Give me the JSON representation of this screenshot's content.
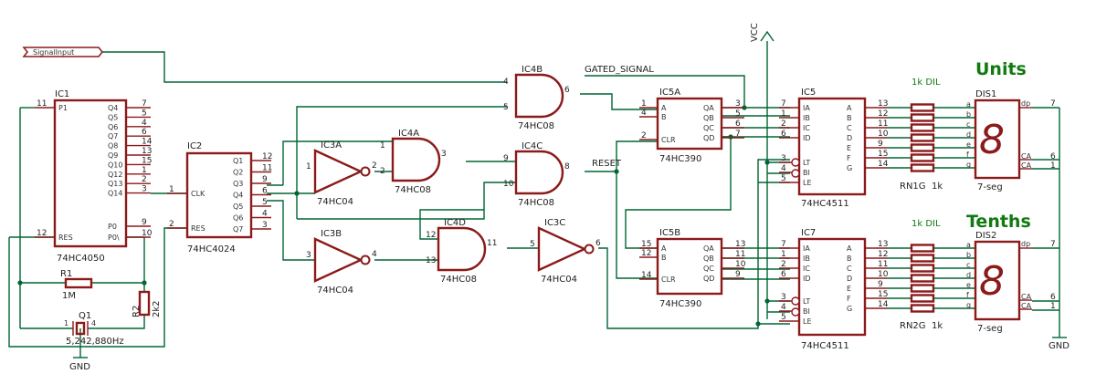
{
  "input_label": "SignalInput",
  "power": {
    "vcc": "VCC",
    "gnd": "GND"
  },
  "net_labels": {
    "gated": "GATED_SIGNAL",
    "reset": "RESET"
  },
  "headings": {
    "units": "Units",
    "tenths": "Tenths",
    "dil_top": "1k DIL",
    "dil_bottom": "1k DIL"
  },
  "ic1": {
    "name": "IC1",
    "part": "74HC4050",
    "left_pins": [
      {
        "name": "P1",
        "num": "11"
      },
      {
        "name": "RES",
        "num": "12"
      }
    ],
    "right_pins": [
      {
        "name": "Q4",
        "num": "7"
      },
      {
        "name": "Q5",
        "num": "5"
      },
      {
        "name": "Q6",
        "num": "4"
      },
      {
        "name": "Q7",
        "num": "6"
      },
      {
        "name": "Q8",
        "num": "14"
      },
      {
        "name": "Q9",
        "num": "13"
      },
      {
        "name": "Q10",
        "num": "15"
      },
      {
        "name": "Q12",
        "num": "1"
      },
      {
        "name": "Q13",
        "num": "2"
      },
      {
        "name": "Q14",
        "num": "3"
      },
      {
        "name": "P0",
        "num": "9"
      },
      {
        "name": "P0\\",
        "num": "10"
      }
    ]
  },
  "ic2": {
    "name": "IC2",
    "part": "74HC4024",
    "left_pins": [
      {
        "name": "CLK",
        "num": "1"
      },
      {
        "name": "RES",
        "num": "2"
      }
    ],
    "right_pins": [
      {
        "name": "Q1",
        "num": "12"
      },
      {
        "name": "Q2",
        "num": "11"
      },
      {
        "name": "Q3",
        "num": "9"
      },
      {
        "name": "Q4",
        "num": "6"
      },
      {
        "name": "Q5",
        "num": "5"
      },
      {
        "name": "Q6",
        "num": "4"
      },
      {
        "name": "Q7",
        "num": "3"
      }
    ]
  },
  "gates": [
    {
      "id": "ic4b",
      "name": "IC4B",
      "part": "74HC08",
      "in1": "4",
      "in2": "5",
      "out": "6"
    },
    {
      "id": "ic4a",
      "name": "IC4A",
      "part": "74HC08",
      "in1": "1",
      "in2": "2",
      "out": "3"
    },
    {
      "id": "ic4c",
      "name": "IC4C",
      "part": "74HC08",
      "in1": "9",
      "in2": "10",
      "out": "8"
    },
    {
      "id": "ic4d",
      "name": "IC4D",
      "part": "74HC08",
      "in1": "12",
      "in2": "13",
      "out": "11"
    },
    {
      "id": "ic3a",
      "name": "IC3A",
      "part": "74HC04",
      "in1": "1",
      "out": "2"
    },
    {
      "id": "ic3b",
      "name": "IC3B",
      "part": "74HC04",
      "in1": "3",
      "out": "4"
    },
    {
      "id": "ic3c",
      "name": "IC3C",
      "part": "74HC04",
      "in1": "5",
      "out": "6"
    }
  ],
  "ic5a": {
    "name": "IC5A",
    "part": "74HC390",
    "left_pins": [
      {
        "name": "A",
        "num": "1"
      },
      {
        "name": "B",
        "num": "4"
      },
      {
        "name": "CLR",
        "num": "2"
      }
    ],
    "right_pins": [
      {
        "name": "QA",
        "num": "3"
      },
      {
        "name": "QB",
        "num": "5"
      },
      {
        "name": "QC",
        "num": "6"
      },
      {
        "name": "QD",
        "num": "7"
      }
    ]
  },
  "ic5b": {
    "name": "IC5B",
    "part": "74HC390",
    "left_pins": [
      {
        "name": "A",
        "num": "15"
      },
      {
        "name": "B",
        "num": "12"
      },
      {
        "name": "CLR",
        "num": "14"
      }
    ],
    "right_pins": [
      {
        "name": "QA",
        "num": "13"
      },
      {
        "name": "QB",
        "num": "11"
      },
      {
        "name": "QC",
        "num": "10"
      },
      {
        "name": "QD",
        "num": "9"
      }
    ]
  },
  "ic6": {
    "name": "IC5",
    "part": "74HC4511",
    "left_pins": [
      {
        "name": "IA",
        "num": "7"
      },
      {
        "name": "IB",
        "num": "1"
      },
      {
        "name": "IC",
        "num": "2"
      },
      {
        "name": "ID",
        "num": "6"
      },
      {
        "name": "LT",
        "num": "3"
      },
      {
        "name": "BI",
        "num": "4"
      },
      {
        "name": "LE",
        "num": "5"
      }
    ],
    "right_pins": [
      {
        "name": "A",
        "num": "13"
      },
      {
        "name": "B",
        "num": "12"
      },
      {
        "name": "C",
        "num": "11"
      },
      {
        "name": "D",
        "num": "10"
      },
      {
        "name": "E",
        "num": "9"
      },
      {
        "name": "F",
        "num": "15"
      },
      {
        "name": "G",
        "num": "14"
      }
    ]
  },
  "ic7": {
    "name": "IC7",
    "part": "74HC4511",
    "left_pins": [
      {
        "name": "IA",
        "num": "7"
      },
      {
        "name": "IB",
        "num": "1"
      },
      {
        "name": "IC",
        "num": "2"
      },
      {
        "name": "ID",
        "num": "6"
      },
      {
        "name": "LT",
        "num": "3"
      },
      {
        "name": "BI",
        "num": "4"
      },
      {
        "name": "LE",
        "num": "5"
      }
    ],
    "right_pins": [
      {
        "name": "A",
        "num": "13"
      },
      {
        "name": "B",
        "num": "12"
      },
      {
        "name": "C",
        "num": "11"
      },
      {
        "name": "D",
        "num": "10"
      },
      {
        "name": "E",
        "num": "9"
      },
      {
        "name": "F",
        "num": "15"
      },
      {
        "name": "G",
        "num": "14"
      }
    ]
  },
  "rn1": {
    "name": "RN1G",
    "value": "1k"
  },
  "rn2": {
    "name": "RN2G",
    "value": "1k"
  },
  "dis1": {
    "name": "DIS1",
    "part": "7-seg",
    "digit": "8"
  },
  "dis2": {
    "name": "DIS2",
    "part": "7-seg",
    "digit": "8"
  },
  "dis_pins": {
    "left": [
      "a",
      "b",
      "c",
      "d",
      "e",
      "f",
      "g"
    ],
    "right_top": {
      "name": "dp",
      "num": "7"
    },
    "ca": [
      {
        "name": "CA",
        "num": "6"
      },
      {
        "name": "CA",
        "num": "1"
      }
    ]
  },
  "r1": {
    "name": "R1",
    "value": "1M"
  },
  "r2": {
    "name": "R2",
    "value": "2k2"
  },
  "q1": {
    "name": "Q1",
    "value": "5,242,880Hz",
    "pin1": "1",
    "pin2": "4"
  }
}
